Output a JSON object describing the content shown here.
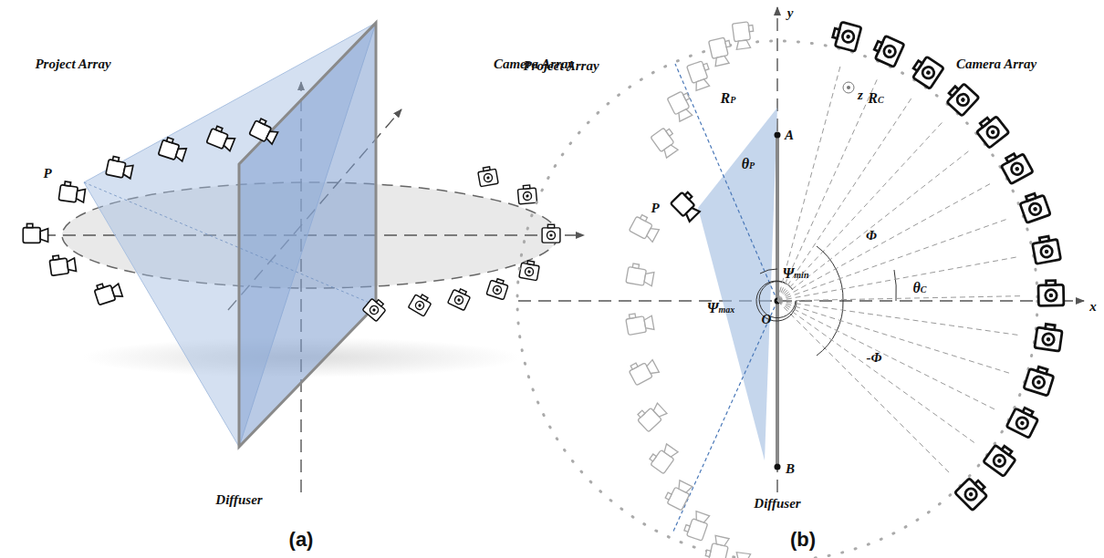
{
  "diagram": {
    "labels": [
      "Project Array",
      "Camera Array",
      "P",
      "Diffuser",
      "(a)",
      "y",
      "Project Array",
      "Camera Array",
      "RP",
      "A",
      "z",
      "RC",
      "θP",
      "Ψmin",
      "Φ",
      "P",
      "θC",
      "x",
      "Ψmax",
      "O",
      "-Φ",
      "B",
      "Diffuser",
      "(b)"
    ]
  }
}
